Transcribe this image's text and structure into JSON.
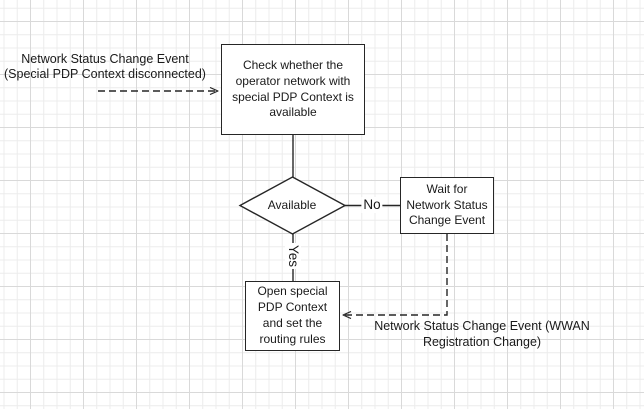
{
  "diagram": {
    "nodes": {
      "check": {
        "lines": [
          "Check whether the",
          "operator network with",
          "special PDP Context is",
          "available"
        ]
      },
      "decision": {
        "label": "Available"
      },
      "wait": {
        "lines": [
          "Wait for",
          "Network Status",
          "Change Event"
        ]
      },
      "open": {
        "lines": [
          "Open special",
          "PDP Context",
          "and set the",
          "routing rules"
        ]
      }
    },
    "edge_labels": {
      "no": "No",
      "yes": "Yes"
    },
    "annotations": {
      "disconnect_event": {
        "lines": [
          "Network Status Change Event",
          "(Special PDP Context disconnected)"
        ]
      },
      "registration_event": {
        "lines": [
          "Network Status Change Event (WWAN",
          "Registration Change)"
        ]
      }
    },
    "colors": {
      "line": "#262626",
      "node_fill": "#ffffff",
      "grid_minor": "#ececec",
      "grid_major": "#d9d9d9"
    }
  }
}
